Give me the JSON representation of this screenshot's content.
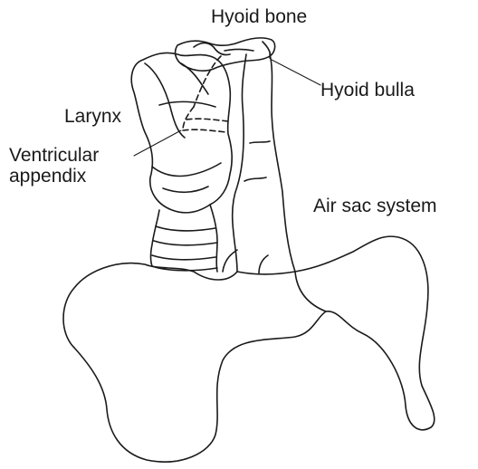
{
  "labels": {
    "hyoid_bone": "Hyoid bone",
    "hyoid_bulla": "Hyoid bulla",
    "larynx": "Larynx",
    "ventricular_appendix": "Ventricular\nappendix",
    "air_sac_system": "Air sac system"
  },
  "colors": {
    "line": "#1a1a1a",
    "background": "#ffffff"
  }
}
